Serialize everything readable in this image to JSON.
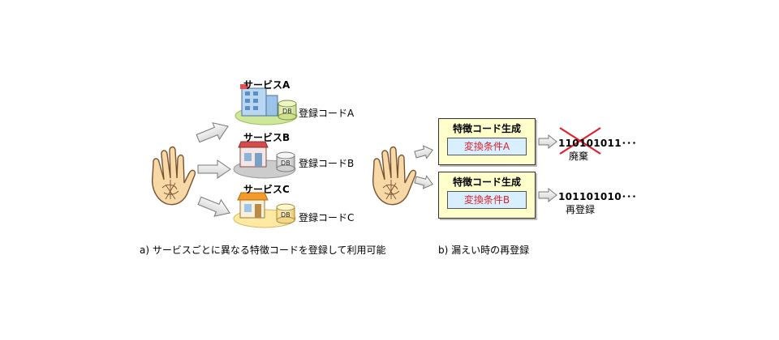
{
  "panel_a": {
    "services": [
      {
        "name": "サービスA",
        "db_label": "DB",
        "code_label": "登録コードA"
      },
      {
        "name": "サービスB",
        "db_label": "DB",
        "code_label": "登録コードB"
      },
      {
        "name": "サービスC",
        "db_label": "DB",
        "code_label": "登録コードC"
      }
    ],
    "caption": "a) サービスごとに異なる特徴コードを登録して利用可能"
  },
  "panel_b": {
    "generators": [
      {
        "title": "特徴コード生成",
        "condition": "変換条件A",
        "output_code": "110101011･･･",
        "output_status": "廃棄"
      },
      {
        "title": "特徴コード生成",
        "condition": "変換条件B",
        "output_code": "101101010･･･",
        "output_status": "再登録"
      }
    ],
    "caption": "b) 漏えい時の再登録"
  },
  "colors": {
    "box_fill": "#ffffcc",
    "condition_fill": "#d7efff",
    "condition_text": "#e0202a",
    "cross_mark": "#e0202a",
    "arrow_fill": "#e8e8e8",
    "hand_fill": "#f7d9a8"
  },
  "icons": [
    "hand-icon",
    "building-icon",
    "store-icon",
    "shop-icon",
    "database-icon",
    "arrow-icon",
    "cross-icon"
  ]
}
